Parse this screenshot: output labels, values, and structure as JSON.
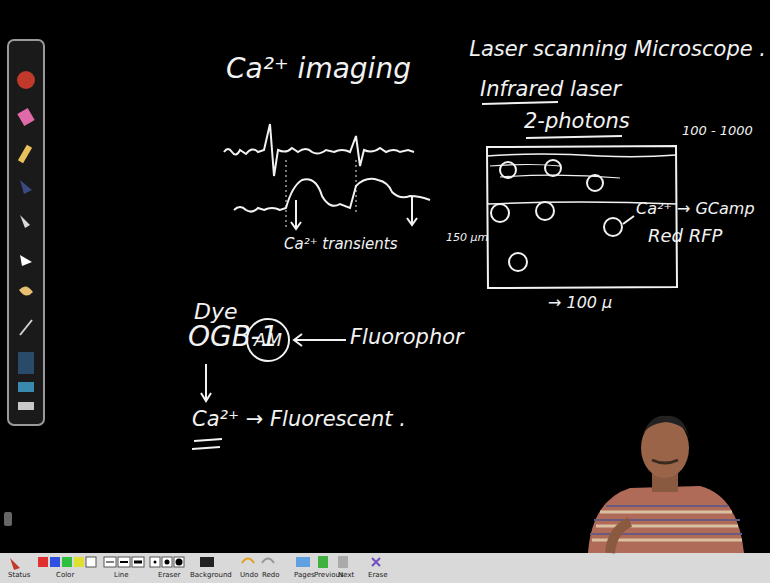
{
  "diagram": {
    "nodes": [
      {
        "text": [
          "AM"
        ]
      }
    ],
    "labels": [
      "Ca²⁺ imaging",
      "Ca²⁺ transients",
      "Dye",
      "OGB-1",
      "Fluorophor",
      "Ca²⁺ → Fluorescent .",
      "Laser scanning Microscope .",
      "Infrared laser",
      "2-photons",
      "100 - 1000",
      "150 μm",
      "Ca²⁺ → GCamp",
      "Red RFP",
      "→ 100 μ",
      "Status",
      "Color",
      "Line",
      "Eraser",
      "Background",
      "Undo",
      "Redo",
      "Pages",
      "Previous",
      "Next",
      "Erase"
    ]
  }
}
